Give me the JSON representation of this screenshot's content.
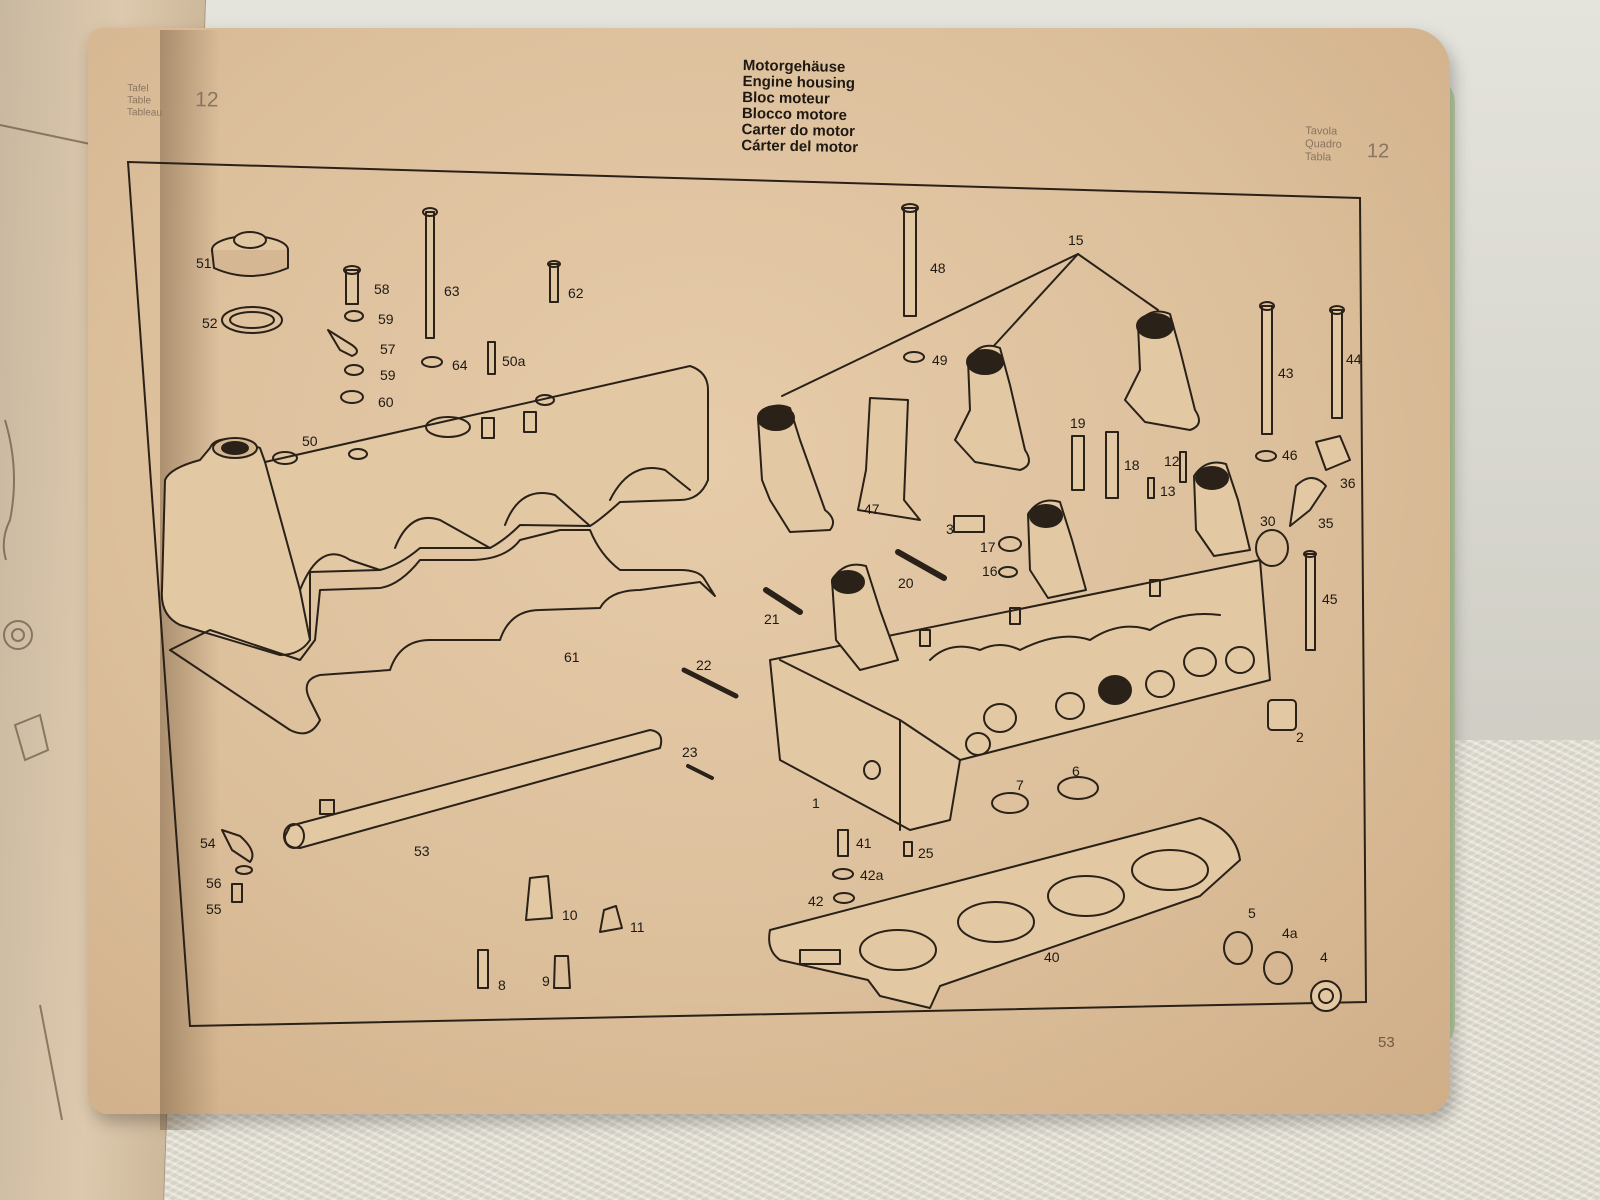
{
  "title": {
    "lines": [
      "Motorgehäuse",
      "Engine housing",
      "Bloc moteur",
      "Blocco motore",
      "Carter do motor",
      "Cárter del motor"
    ]
  },
  "table_tab_left": {
    "words": [
      "Tafel",
      "Table",
      "Tableau"
    ],
    "number": "12"
  },
  "table_tab_right": {
    "words": [
      "Tavola",
      "Quadro",
      "Tabla"
    ],
    "number": "12"
  },
  "page_number": "53",
  "part_labels": [
    "51",
    "52",
    "58",
    "59",
    "57",
    "59",
    "60",
    "63",
    "64",
    "50a",
    "62",
    "48",
    "49",
    "15",
    "43",
    "44",
    "19",
    "18",
    "12",
    "13",
    "46",
    "36",
    "35",
    "30",
    "47",
    "3",
    "17",
    "16",
    "20",
    "21",
    "22",
    "45",
    "2",
    "50",
    "61",
    "1",
    "23",
    "6",
    "7",
    "25",
    "41",
    "42a",
    "42",
    "40",
    "5",
    "4a",
    "4",
    "53",
    "54",
    "56",
    "55",
    "10",
    "11",
    "8",
    "9"
  ]
}
